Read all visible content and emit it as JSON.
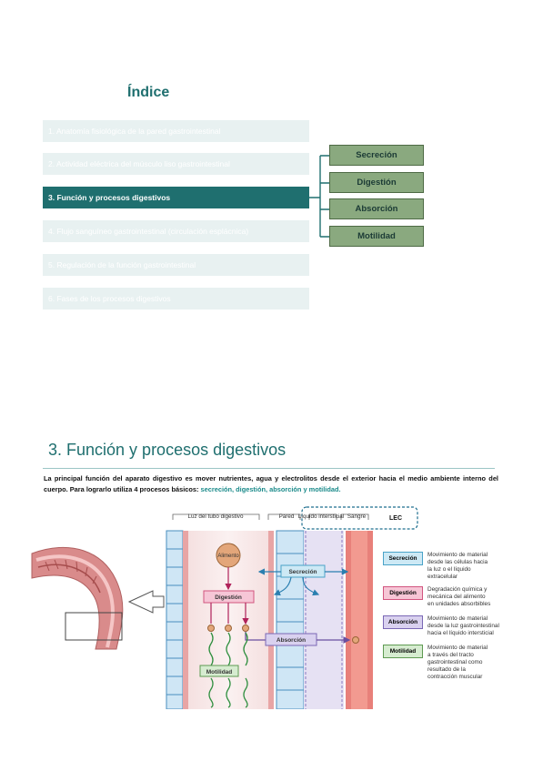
{
  "index": {
    "title": "Índice",
    "items": [
      "1. Anatomía fisiológica de la pared gastrointestinal",
      "2. Actividad eléctrica del músculo liso gastrointestinal",
      "3. Función y procesos digestivos",
      "4. Flujo sanguíneo gastrointestinal (circulación esplácnica)",
      "5. Regulación de la función gastrointestinal",
      "6. Fases de los procesos digestivos"
    ],
    "processes": [
      "Secreción",
      "Digestión",
      "Absorción",
      "Motilidad"
    ]
  },
  "section": {
    "title": "3. Función y procesos digestivos",
    "paragraph_main": "La principal función del aparato digestivo es mover nutrientes, agua y electrolitos desde el exterior hacia el medio ambiente interno del cuerpo. Para lograrlo utiliza 4 procesos básicos: ",
    "paragraph_highlight": "secreción, digestión, absorción y motilidad."
  },
  "figure": {
    "headers": {
      "lumen": "Luz del tubo digestivo",
      "wall": "Pared",
      "interstitial": "Líquido intersticial",
      "blood": "Sangre",
      "lec": "LEC"
    },
    "diagram_labels": {
      "food": "Alimento",
      "digestion": "Digestión",
      "secretion": "Secreción",
      "absorption": "Absorción",
      "motility": "Motilidad"
    },
    "legend": [
      {
        "label": "Secreción",
        "desc": [
          "Movimiento de material",
          "desde las células hacia",
          "la luz o el líquido",
          "extracelular"
        ],
        "color": "#cde9f5",
        "border": "#4aa3c8"
      },
      {
        "label": "Digestión",
        "desc": [
          "Degradación química y",
          "mecánica del alimento",
          "en unidades absorbibles"
        ],
        "color": "#f6c6d6",
        "border": "#d2557f"
      },
      {
        "label": "Absorción",
        "desc": [
          "Movimiento de material",
          "desde la luz gastrointestinal",
          "hacia el líquido intersticial"
        ],
        "color": "#d9d1ef",
        "border": "#7a68b5"
      },
      {
        "label": "Motilidad",
        "desc": [
          "Movimiento de material",
          "a través del tracto",
          "gastrointestinal como",
          "resultado de la",
          "contracción muscular"
        ],
        "color": "#d6ecd0",
        "border": "#5e9a52"
      }
    ]
  },
  "colors": {
    "teal": "#1f6f6f",
    "index_item_bg": "#e8f1f1",
    "process_box": "#8aa97f"
  }
}
